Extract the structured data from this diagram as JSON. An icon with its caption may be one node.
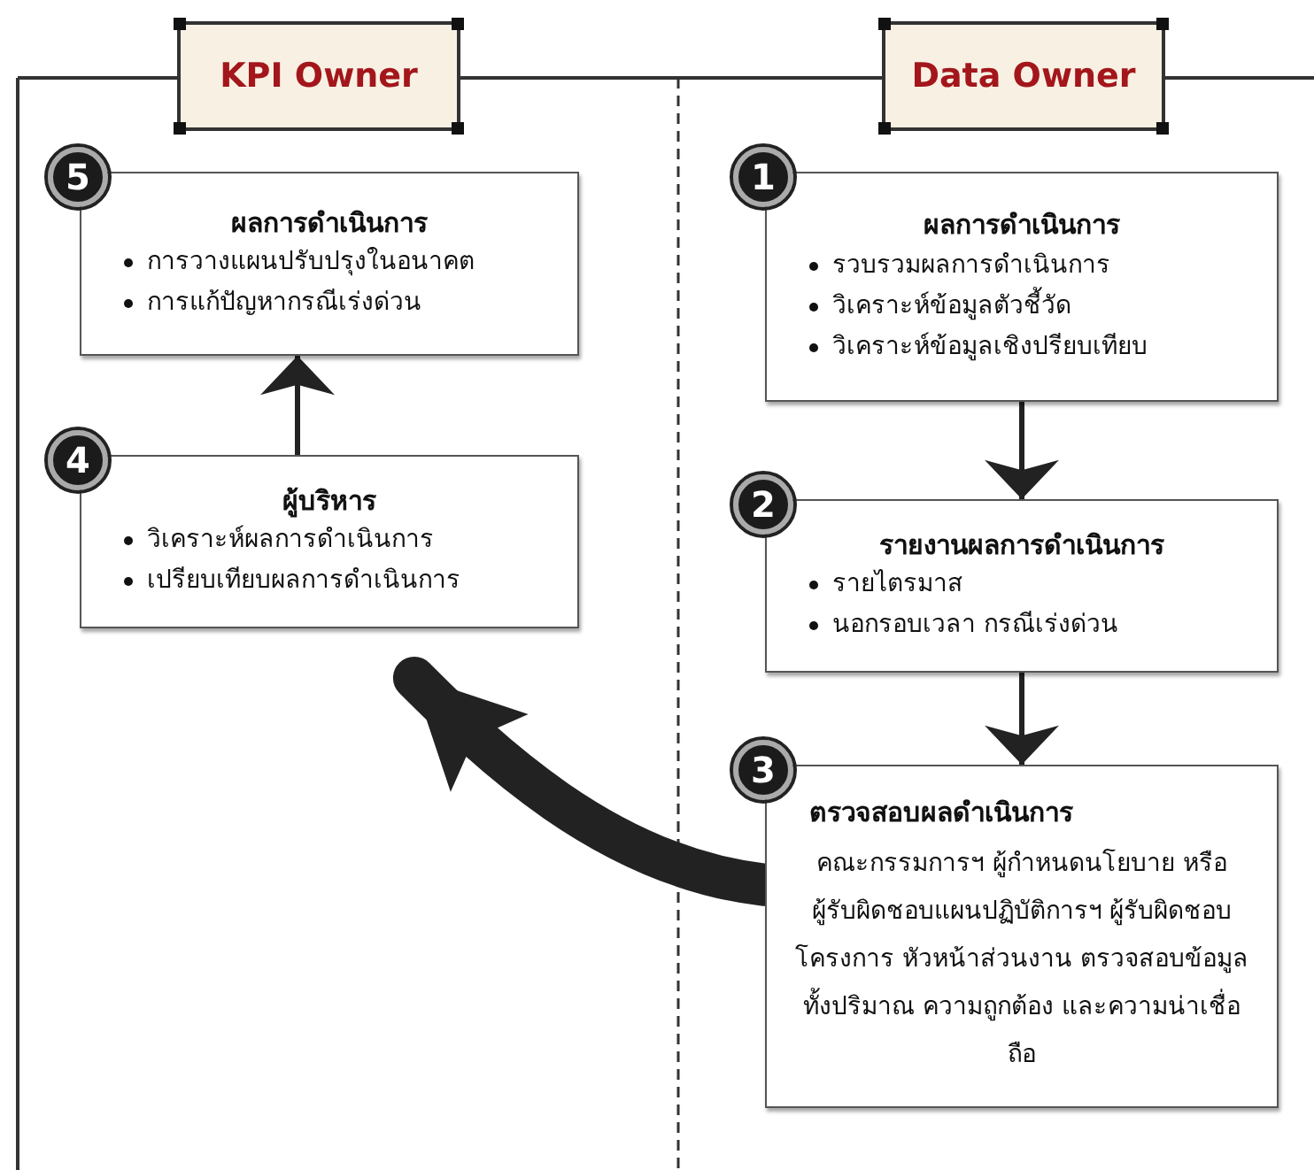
{
  "diagram": {
    "nodes": [
      {
        "text": [
          "KPI Owner"
        ]
      },
      {
        "text": [
          "Data Owner"
        ]
      },
      {
        "text": [
          "ผลการดำเนินการ",
          "การวางแผนปรับปรุงในอนาคต",
          "การแก้ปัญหากรณีเร่งด่วน"
        ],
        "beside": [
          "5"
        ]
      },
      {
        "text": [
          "ผู้บริหาร",
          "วิเคราะห์ผลการดำเนินการ",
          "เปรียบเทียบผลการดำเนินการ"
        ],
        "beside": [
          "4"
        ]
      },
      {
        "text": [
          "ผลการดำเนินการ",
          "รวบรวมผลการดำเนินการ",
          "วิเคราะห์ข้อมูลตัวชี้วัด",
          "วิเคราะห์ข้อมูลเชิงปรียบเทียบ"
        ],
        "beside": [
          "1"
        ]
      },
      {
        "text": [
          "รายงานผลการดำเนินการ",
          "รายไตรมาส",
          "นอกรอบเวลา กรณีเร่งด่วน"
        ],
        "beside": [
          "2"
        ]
      },
      {
        "text": [
          "ตรวจสอบผลดำเนินการ",
          "คณะกรรมการฯ ผู้กำหนดนโยบาย หรือผู้รับผิดชอบแผนปฏิบัติการฯ ผู้รับผิดชอบโครงการ หัวหน้าส่วนงาน ตรวจสอบข้อมูลทั้งปริมาณ ความถูกต้อง และความน่าเชื่อถือ"
        ],
        "beside": [
          "3"
        ]
      }
    ],
    "edges": [
      {
        "from": 4,
        "to": 5,
        "arrow": "to"
      },
      {
        "from": 5,
        "to": 6,
        "arrow": "to"
      },
      {
        "from": 6,
        "to": 3,
        "arrow": "to",
        "style": "thick"
      },
      {
        "from": 3,
        "to": 2,
        "arrow": "to"
      }
    ]
  }
}
